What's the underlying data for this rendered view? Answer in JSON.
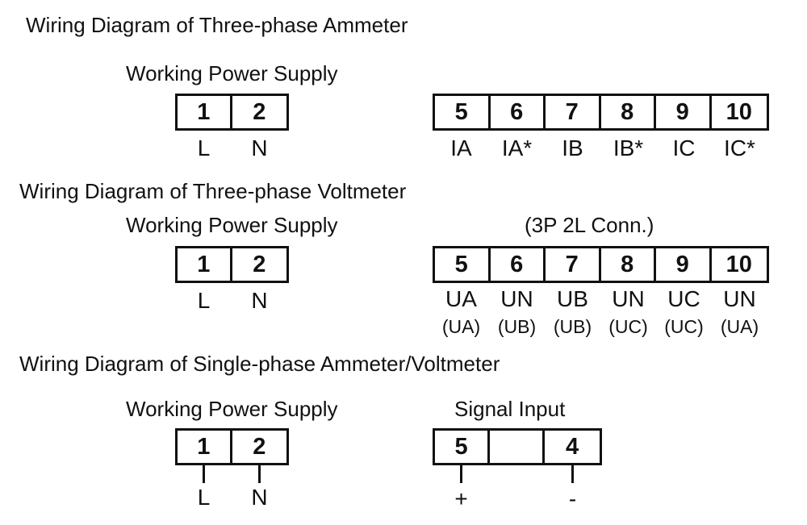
{
  "ammeter3": {
    "title": "Wiring Diagram of Three-phase Ammeter",
    "supply_label": "Working Power Supply",
    "power_terminals": [
      "1",
      "2"
    ],
    "power_labels": [
      "L",
      "N"
    ],
    "signal_terminals": [
      "5",
      "6",
      "7",
      "8",
      "9",
      "10"
    ],
    "signal_labels": [
      "IA",
      "IA*",
      "IB",
      "IB*",
      "IC",
      "IC*"
    ]
  },
  "voltmeter3": {
    "title": "Wiring Diagram of Three-phase Voltmeter",
    "supply_label": "Working Power Supply",
    "conn_label": "(3P 2L Conn.)",
    "power_terminals": [
      "1",
      "2"
    ],
    "power_labels": [
      "L",
      "N"
    ],
    "signal_terminals": [
      "5",
      "6",
      "7",
      "8",
      "9",
      "10"
    ],
    "signal_labels": [
      "UA",
      "UN",
      "UB",
      "UN",
      "UC",
      "UN"
    ],
    "signal_sublabels": [
      "(UA)",
      "(UB)",
      "(UB)",
      "(UC)",
      "(UC)",
      "(UA)"
    ]
  },
  "single": {
    "title": "Wiring Diagram of Single-phase Ammeter/Voltmeter",
    "supply_label": "Working Power Supply",
    "signal_label": "Signal Input",
    "power_terminals": [
      "1",
      "2"
    ],
    "power_labels": [
      "L",
      "N"
    ],
    "signal_terminals": [
      "5",
      "",
      "4"
    ],
    "signal_labels": [
      "+",
      "",
      "-"
    ]
  }
}
